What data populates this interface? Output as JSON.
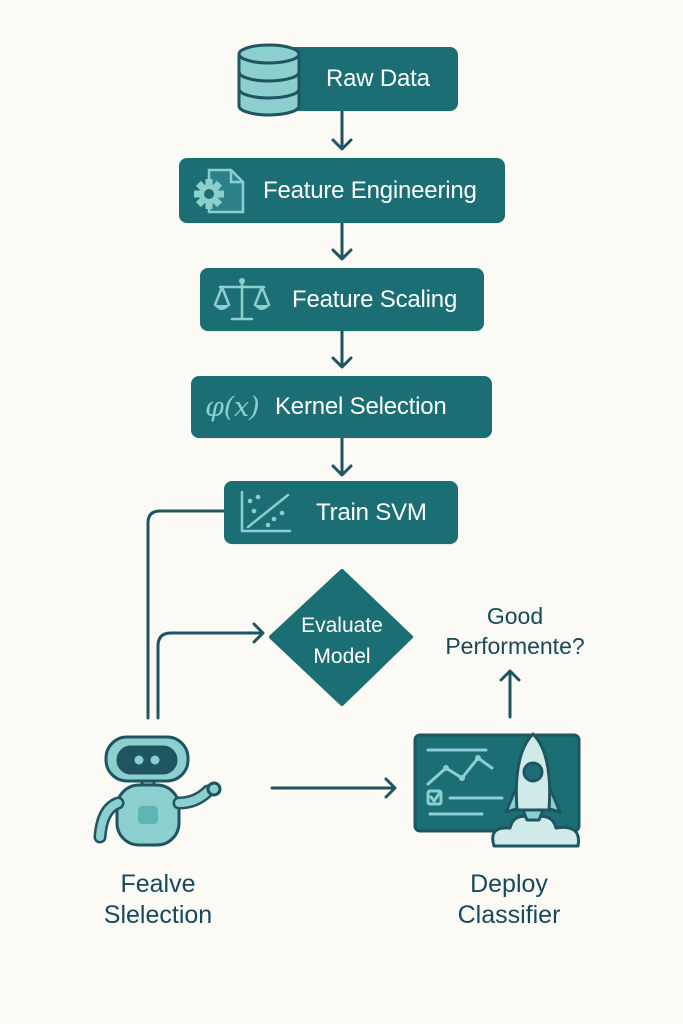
{
  "colors": {
    "node_fill": "#1b6e73",
    "arrow": "#1f5560",
    "icon_light": "#8ccfcf",
    "text_dark": "#17495b",
    "background": "#fbfaf5"
  },
  "steps": [
    {
      "label": "Raw Data",
      "icon": "database-icon"
    },
    {
      "label": "Feature Engineering",
      "icon": "gear-document-icon"
    },
    {
      "label": "Feature Scaling",
      "icon": "balance-scale-icon"
    },
    {
      "label": "Kernel Selection",
      "icon": "phi-function-icon",
      "icon_text": "φ(x)"
    },
    {
      "label": "Train SVM",
      "icon": "scatter-plot-icon"
    }
  ],
  "decision": {
    "label_line1": "Evaluate",
    "label_line2": "Model",
    "question_line1": "Good",
    "question_line2": "Performente?"
  },
  "feature_selection": {
    "line1": "Fealve",
    "line2": "Slelection",
    "icon": "robot-icon"
  },
  "deploy": {
    "line1": "Deploy",
    "line2": "Classifier",
    "icon": "dashboard-rocket-icon"
  }
}
